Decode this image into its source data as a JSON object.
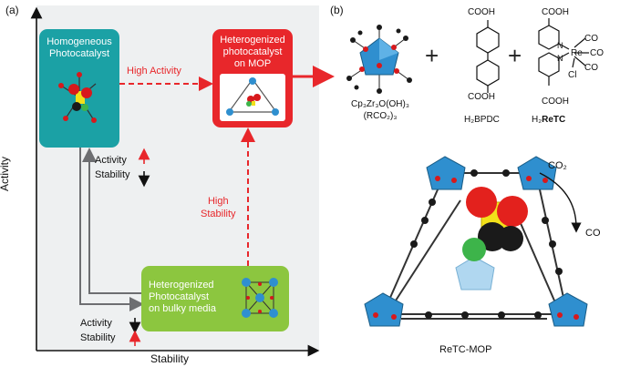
{
  "panel_a": {
    "label": "(a)",
    "y_axis_label": "Activity",
    "x_axis_label": "Stability",
    "homogeneous_box": {
      "line1": "Homogeneous",
      "line2": "Photocatalyst"
    },
    "mop_box": {
      "line1": "Heterogenized",
      "line2": "photocatalyst",
      "line3": "on MOP"
    },
    "bulky_box": {
      "line1": "Heterogenized",
      "line2": "Photocatalyst",
      "line3": "on bulky media"
    },
    "high_activity": "High Activity",
    "high_stability": {
      "line1": "High",
      "line2": "Stability"
    },
    "upper_metrics": {
      "activity": "Activity",
      "stability": "Stability"
    },
    "lower_metrics": {
      "activity": "Activity",
      "stability": "Stability"
    }
  },
  "panel_b": {
    "label": "(b)",
    "cluster_formula": {
      "line1": "Cp₃Zr₃O(OH)₃",
      "line2": "(RCO₂)₃"
    },
    "linker_formula": "H₂BPDC",
    "retc_formula": {
      "prefix": "H₂",
      "bold": "ReTC"
    },
    "cooh": "COOH",
    "co": "CO",
    "cl": "Cl",
    "re": "Re",
    "n": "N",
    "co2": "CO₂",
    "mop_label": "ReTC-MOP"
  },
  "colors": {
    "teal": "#1ba1a5",
    "red": "#e8272b",
    "green": "#8cc63f",
    "plot_bg": "#eef0f1",
    "arrow_gray": "#6d6e71",
    "zr_blue": "#2f8fcf",
    "s_yellow": "#f2e11a"
  }
}
